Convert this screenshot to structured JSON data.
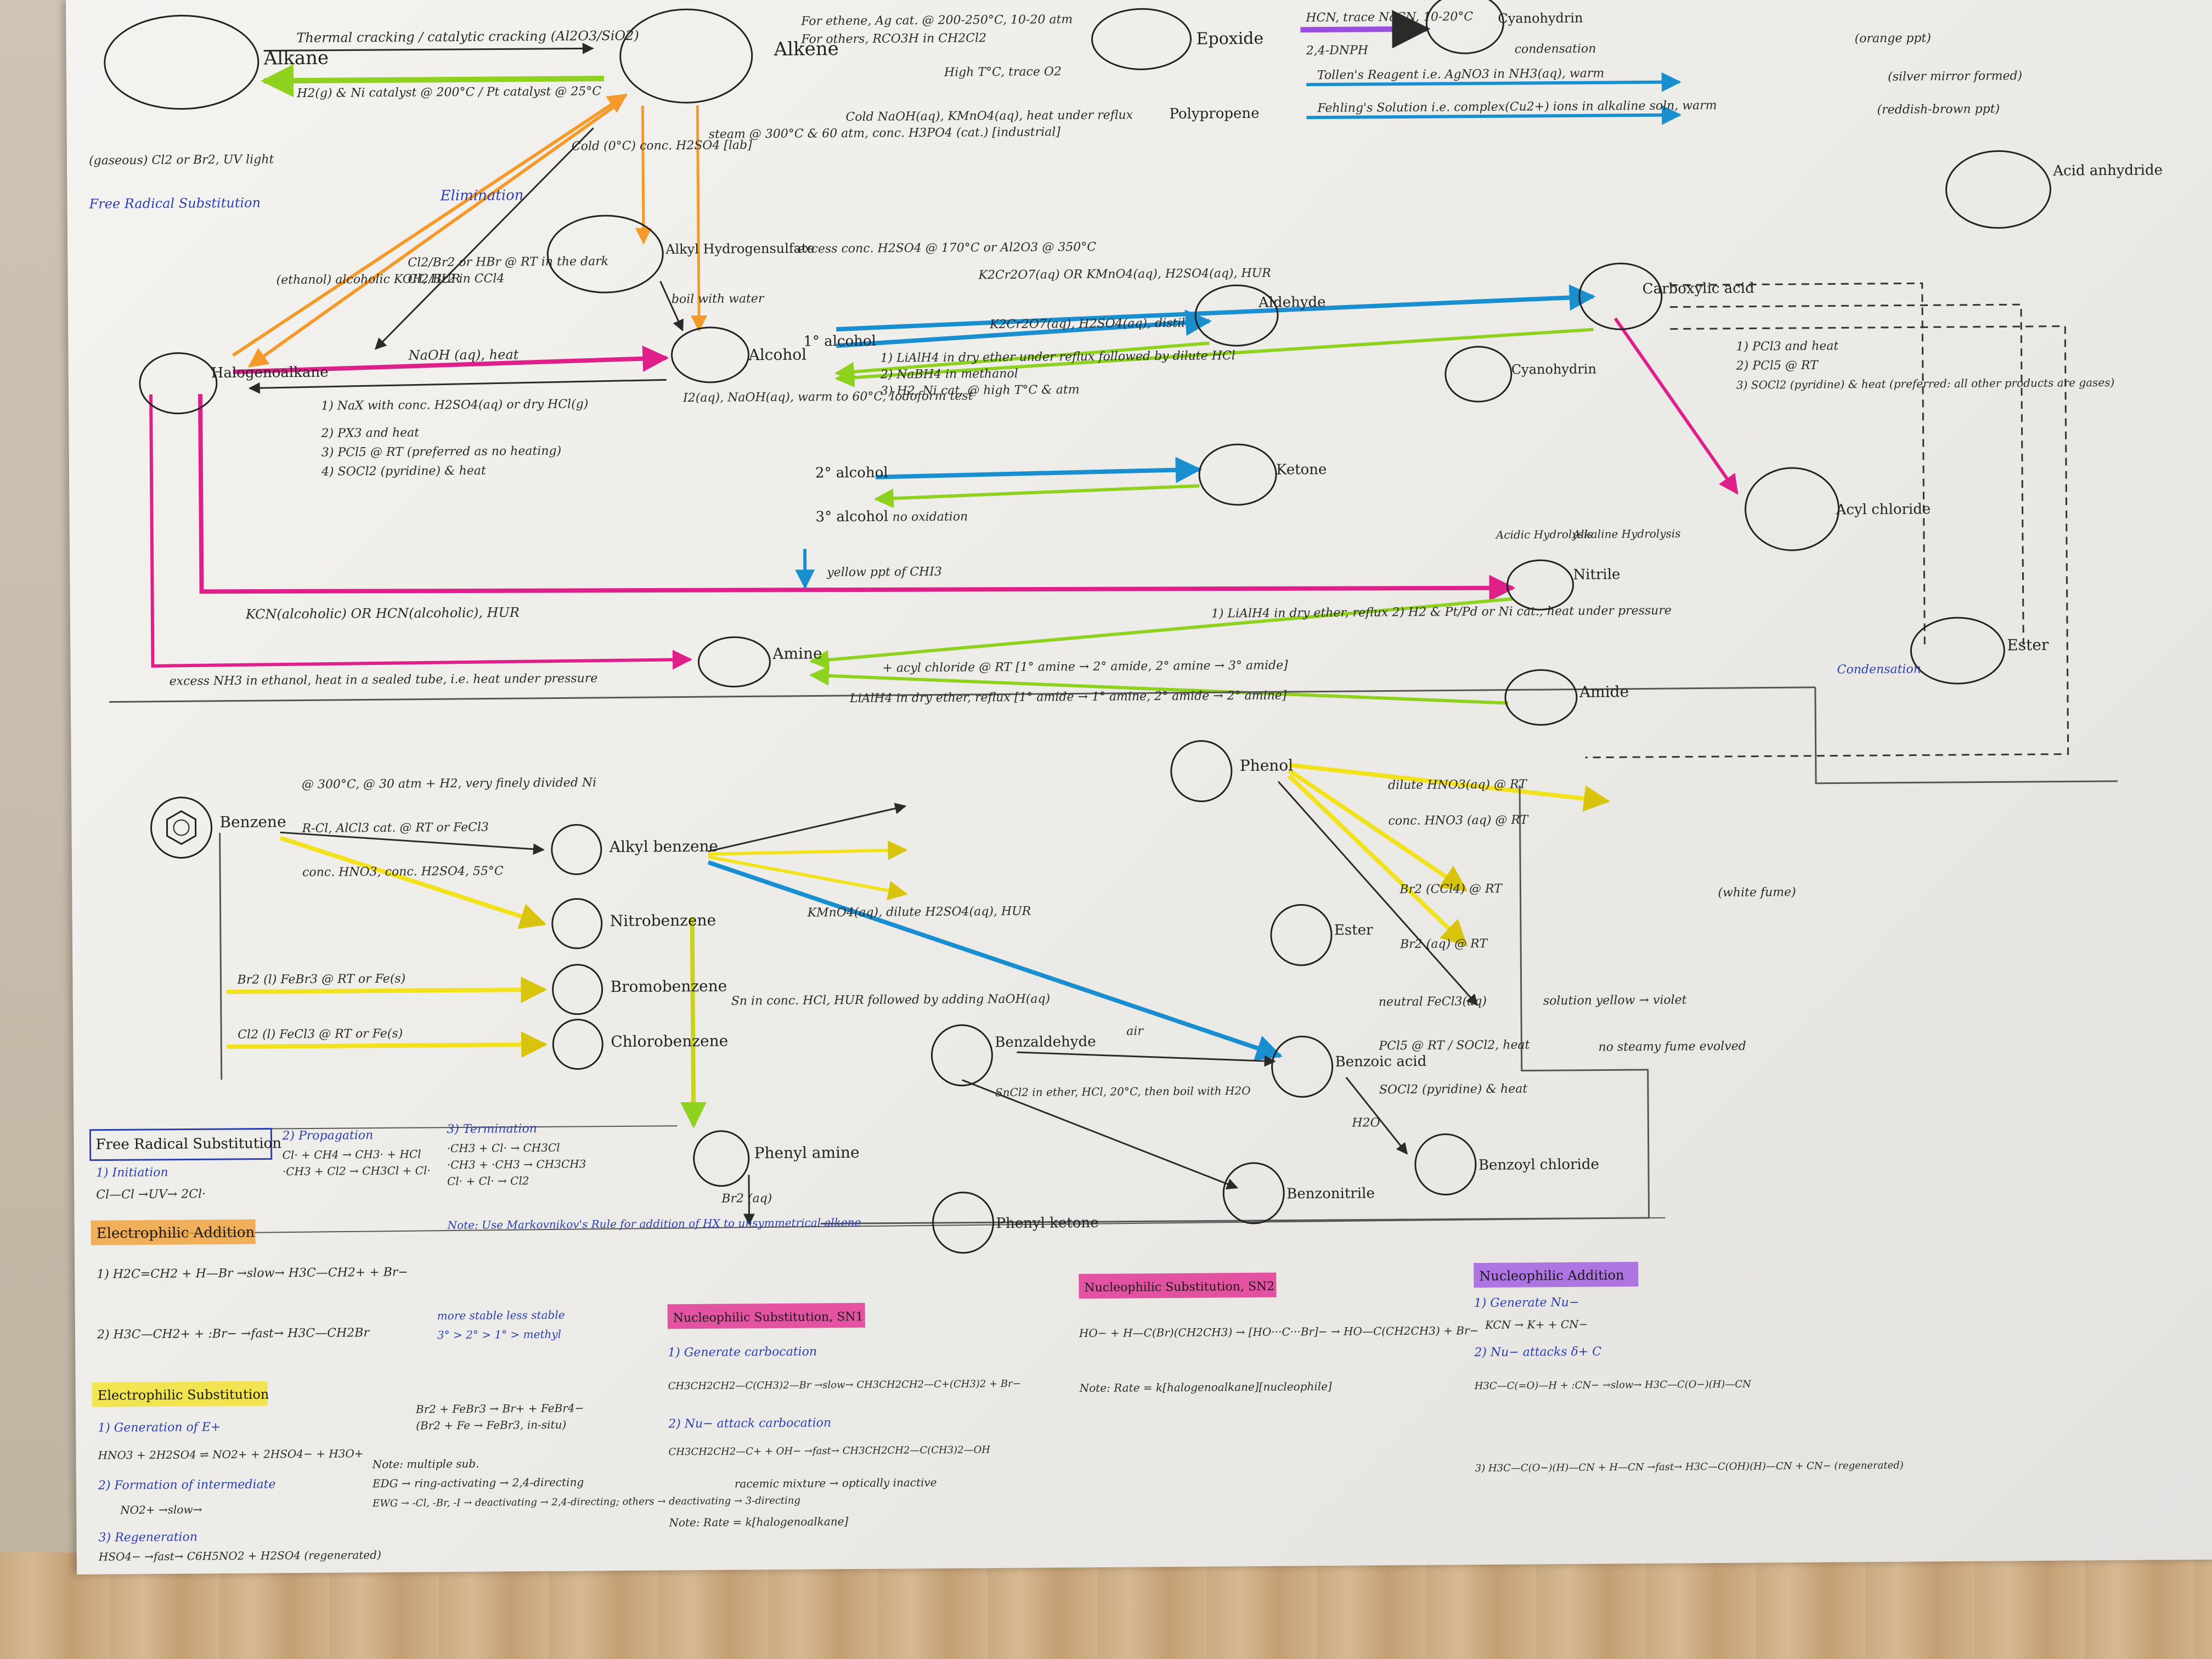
{
  "colors": {
    "pink": "#e0208a",
    "green": "#8fd11f",
    "blue": "#1a8fd0",
    "orange": "#f39a2a",
    "yellow": "#f2e21d",
    "purple": "#9b4de0",
    "ink": "#2a2a2a",
    "blue_ink": "#2b3fb0"
  },
  "nodes": {
    "alkane": "Alkane",
    "alkene": "Alkene",
    "epoxide": "Epoxide",
    "polypropene": "Polypropene",
    "halogenoalkane": "Halogenoalkane",
    "alkyl_hydrogensulfate": "Alkyl Hydrogensulfate",
    "alcohol": "Alcohol",
    "primary_alcohol": "1° alcohol",
    "secondary_alcohol": "2° alcohol",
    "tertiary_alcohol": "3° alcohol",
    "aldehyde": "Aldehyde",
    "ketone": "Ketone",
    "carboxylic_acid": "Carboxylic acid",
    "acid_anhydride": "Acid anhydride",
    "cyanohydrin_1": "Cyanohydrin",
    "cyanohydrin_2": "Cyanohydrin",
    "acyl_chloride": "Acyl chloride",
    "nitrile": "Nitrile",
    "amine": "Amine",
    "amide": "Amide",
    "ester": "Ester",
    "benzene": "Benzene",
    "alkyl_benzene": "Alkyl benzene",
    "nitrobenzene": "Nitrobenzene",
    "bromobenzene": "Bromobenzene",
    "chlorobenzene": "Chlorobenzene",
    "phenyl_amine": "Phenyl amine",
    "phenol": "Phenol",
    "ester_2": "Ester",
    "benzaldehyde": "Benzaldehyde",
    "benzoic_acid": "Benzoic acid",
    "benzonitrile": "Benzonitrile",
    "benzoyl_chloride": "Benzoyl chloride",
    "phenyl_ketone": "Phenyl ketone"
  },
  "conditions": {
    "cracking": "Thermal cracking / catalytic cracking (Al2O3/SiO2)",
    "hydrogenation": "H2(g) & Ni catalyst @ 200°C / Pt catalyst @ 25°C",
    "epox": "For ethene, Ag cat. @ 200-250°C, 10-20 atm",
    "epox2": "For others, RCO3H in CH2Cl2",
    "poly": "High T°C, trace O2",
    "diol": "Cold NaOH(aq), KMnO4(aq), heat under reflux",
    "free_radical": "Free Radical Substitution",
    "uv": "(gaseous) Cl2 or Br2, UV light",
    "halo_add": "Cl2/Br2 or HBr @ RT in the dark",
    "halo_add2": "Cl2/Br2 in CCl4",
    "elim": "Elimination",
    "alcoholic_koh": "(ethanol) alcoholic KOH, HUR",
    "cold_h2so4": "Cold (0°C) conc. H2SO4 [lab]",
    "steam": "steam @ 300°C & 60 atm, conc. H3PO4 (cat.) [industrial]",
    "boil_water": "boil with water",
    "naoh_heat": "NaOH (aq), heat",
    "nax": "1) NaX with conc. H2SO4(aq) or dry HCl(g)",
    "px3": "2) PX3 and heat",
    "pcl5": "3) PCl5 @ RT (preferred as no heating)",
    "socl2": "4) SOCl2 (pyridine) & heat",
    "iodoform": "I2(aq), NaOH(aq), warm to 60°C, Iodoform test",
    "excess_h2so4": "excess conc. H2SO4 @ 170°C or Al2O3 @ 350°C",
    "k2cr2o7_distil": "K2Cr2O7(aq), H2SO4(aq), distil",
    "k2cr2o7_reflux": "K2Cr2O7(aq) OR KMnO4(aq), H2SO4(aq), HUR",
    "lialh4": "1) LiAlH4 in dry ether under reflux followed by dilute HCl",
    "nabh4": "2) NaBH4 in methanol",
    "h2_ni": "3) H2, Ni cat. @ high T°C & atm",
    "tollens": "Tollen's Reagent i.e. AgNO3 in NH3(aq), warm",
    "fehlings": "Fehling's Solution i.e. complex(Cu2+) ions in alkaline soln, warm",
    "hcn": "HCN, trace NaCN, 10-20°C",
    "dnph": "2,4-DNPH",
    "condensation": "condensation",
    "orange_ppt": "(orange ppt)",
    "silver_mirror": "(silver mirror formed)",
    "red_ppt": "(reddish-brown ppt)",
    "no_oxidation": "no oxidation",
    "yellow_ppt": "yellow ppt of CHI3",
    "pcl3": "1) PCl3 and heat",
    "pcl5_rt": "2) PCl5 @ RT",
    "socl2_pyr": "3) SOCl2 (pyridine) & heat (preferred: all other products are gases)",
    "kcn": "KCN(alcoholic) OR HCN(alcoholic), HUR",
    "nh3": "excess NH3 in ethanol, heat in a sealed tube, i.e. heat under pressure",
    "lialh4_nitrile": "1) LiAlH4 in dry ether, reflux  2) H2 & Pt/Pd or Ni cat., heat under pressure",
    "acyl_amine": "+ acyl chloride @ RT [1° amine → 2° amide, 2° amine → 3° amide]",
    "lialh4_amide": "LiAlH4 in dry ether, reflux [1° amide → 1° amine, 2° amide → 2° amine]",
    "condensation2": "Condensation",
    "acid_hydrolysis": "Acidic Hydrolysis",
    "alk_hydrolysis": "Alkaline Hydrolysis",
    "benz_h2": "@ 300°C, @ 30 atm + H2, very finely divided Ni",
    "friedel": "R-Cl, AlCl3 cat. @ RT or FeCl3",
    "nitration": "conc. HNO3, conc. H2SO4, 55°C",
    "br_febr3": "Br2 (l) FeBr3 @ RT or Fe(s)",
    "cl_fecl3": "Cl2 (l) FeCl3 @ RT or Fe(s)",
    "sn_hcl": "Sn in conc. HCl, HUR followed by adding NaOH(aq)",
    "kmno4_benz": "KMnO4(aq), dilute H2SO4(aq), HUR",
    "br_aq": "Br2 (aq)",
    "nitration_phenol": "dilute HNO3(aq) @ RT",
    "conc_hno3": "conc. HNO3 (aq) @ RT",
    "br_ccl4": "Br2 (CCl4) @ RT",
    "br_aq_phenol": "Br2 (aq) @ RT",
    "white_fume": "(white fume)",
    "fecl3": "neutral FeCl3(aq)",
    "violet": "solution yellow → violet",
    "pcl5_phenol": "PCl5 @ RT / SOCl2, heat",
    "no_fume": "no steamy fume evolved",
    "air": "air",
    "sncl2": "SnCl2 in ether, HCl, 20°C, then boil with H2O",
    "socl2_benz": "SOCl2 (pyridine) & heat",
    "h2o": "H2O"
  },
  "mechanisms": {
    "frs_title": "Free Radical Substitution",
    "frs_1": "1) Initiation",
    "frs_1b": "Cl—Cl  →UV→  2Cl·",
    "frs_2": "2) Propagation",
    "frs_2b": "Cl· + CH4 → CH3· + HCl",
    "frs_2c": "·CH3 + Cl2 → CH3Cl + Cl·",
    "frs_3": "3) Termination",
    "frs_3b": "·CH3 + Cl· → CH3Cl",
    "frs_3c": "·CH3 + ·CH3 → CH3CH3",
    "frs_3d": "Cl· + Cl· → Cl2",
    "ea_title": "Electrophilic Addition",
    "ea_1": "1)  H2C=CH2 + H—Br  →slow→  H3C—CH2+ + Br−",
    "ea_2": "2)  H3C—CH2+ + :Br−  →fast→  H3C—CH2Br",
    "ea_note": "Note: Use Markovnikov's Rule for addition of HX to unsymmetrical alkene",
    "ea_note2": "more stable  less stable",
    "ea_note3": "3° > 2° > 1° > methyl",
    "es_title": "Electrophilic Substitution",
    "es_1": "1) Generation of E+",
    "es_1b": "HNO3 + 2H2SO4 ⇌ NO2+ + 2HSO4− + H3O+",
    "es_1c": "Br2 + FeBr3 → Br+ + FeBr4−",
    "es_1d": "(Br2 + Fe → FeBr3, in-situ)",
    "es_2": "2) Formation of intermediate",
    "es_2b": "NO2+  →slow→",
    "es_3": "3) Regeneration",
    "es_3b": "HSO4−  →fast→  C6H5NO2 + H2SO4 (regenerated)",
    "es_note": "Note: multiple sub.",
    "es_note2": "EDG → ring-activating → 2,4-directing",
    "es_note3": "EWG → -Cl, -Br, -I → deactivating → 2,4-directing; others → deactivating → 3-directing",
    "sn1_title": "Nucleophilic Substitution, SN1",
    "sn1_1": "1) Generate carbocation",
    "sn1_1b": "CH3CH2CH2—C(CH3)2—Br  →slow→  CH3CH2CH2—C+(CH3)2 + Br−",
    "sn1_2": "2) Nu− attack carbocation",
    "sn1_2b": "CH3CH2CH2—C+ + OH−  →fast→  CH3CH2CH2—C(CH3)2—OH",
    "sn1_note": "racemic mixture → optically inactive",
    "sn1_rate": "Note: Rate = k[halogenoalkane]",
    "sn2_title": "Nucleophilic Substitution, SN2",
    "sn2_1": "HO− + H—C(Br)(CH2CH3)  →  [HO···C···Br]−  →  HO—C(CH2CH3) + Br−",
    "sn2_rate": "Note: Rate = k[halogenoalkane][nucleophile]",
    "na_title": "Nucleophilic Addition",
    "na_1": "1) Generate Nu−",
    "na_1b": "KCN → K+ + CN−",
    "na_2": "2) Nu− attacks δ+ C",
    "na_2b": "H3C—C(=O)—H + :CN−  →slow→  H3C—C(O−)(H)—CN",
    "na_3": "3)  H3C—C(O−)(H)—CN + H—CN  →fast→  H3C—C(OH)(H)—CN + CN− (regenerated)"
  }
}
